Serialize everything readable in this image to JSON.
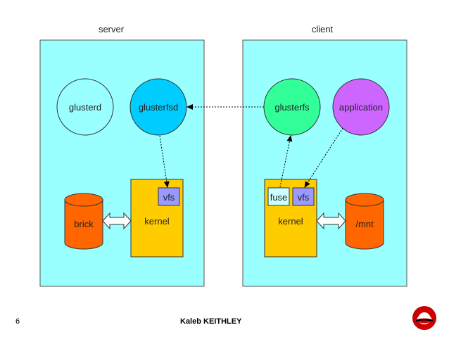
{
  "server": {
    "title": "server",
    "glusterd": "glusterd",
    "glusterfsd": "glusterfsd",
    "brick": "brick",
    "kernel": "kernel",
    "vfs": "vfs"
  },
  "client": {
    "title": "client",
    "glusterfs": "glusterfs",
    "application": "application",
    "kernel": "kernel",
    "fuse": "fuse",
    "vfs": "vfs",
    "mnt": "/mnt"
  },
  "footer": {
    "page_number": "6",
    "author": "Kaleb KEITHLEY"
  },
  "colors": {
    "panel": "#99ffff",
    "glusterd": "#99ffff",
    "glusterfsd": "#00ccff",
    "glusterfs": "#33ff99",
    "application": "#cc66ff",
    "kernel": "#ffcc00",
    "vfs": "#9999ff",
    "fuse": "#ccffff",
    "storage": "#ff6600",
    "logo": "#cc0000"
  },
  "icons": [
    "redhat-shadowman-icon"
  ]
}
